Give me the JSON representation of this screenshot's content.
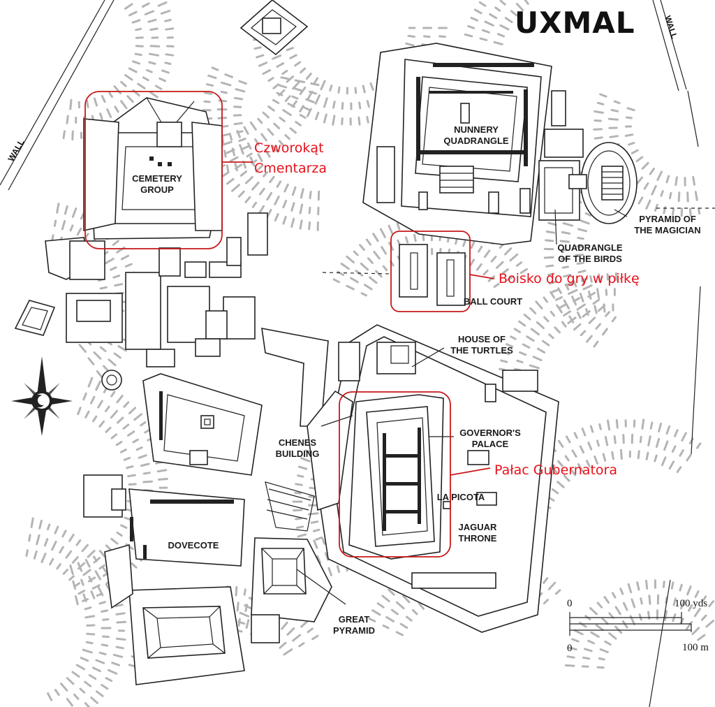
{
  "title": "UXMAL",
  "wall_labels": [
    "WALL",
    "WALL"
  ],
  "sites": [
    {
      "id": "cemetery",
      "label": [
        "CEMETERY",
        "GROUP"
      ]
    },
    {
      "id": "nunnery",
      "label": [
        "NUNNERY",
        "QUADRANGLE"
      ]
    },
    {
      "id": "magician",
      "label": [
        "PYRAMID OF",
        "THE MAGICIAN"
      ]
    },
    {
      "id": "birds",
      "label": [
        "QUADRANGLE",
        "OF THE BIRDS"
      ]
    },
    {
      "id": "ballcourt",
      "label": [
        "BALL COURT"
      ]
    },
    {
      "id": "turtles",
      "label": [
        "HOUSE OF",
        "THE TURTLES"
      ]
    },
    {
      "id": "governor",
      "label": [
        "GOVERNOR'S",
        "PALACE"
      ]
    },
    {
      "id": "chenes",
      "label": [
        "CHENES",
        "BUILDING"
      ]
    },
    {
      "id": "lapicota",
      "label": [
        "LA PICOTA"
      ]
    },
    {
      "id": "jaguar",
      "label": [
        "JAGUAR",
        "THRONE"
      ]
    },
    {
      "id": "dovecote",
      "label": [
        "DOVECOTE"
      ]
    },
    {
      "id": "greatpyramid",
      "label": [
        "GREAT",
        "PYRAMID"
      ]
    }
  ],
  "annotations": [
    {
      "id": "cemetery",
      "text": [
        "Czworokąt",
        "Cmentarza"
      ],
      "color": "#e8101a"
    },
    {
      "id": "ballcourt",
      "text": [
        "Boisko do gry w piłkę"
      ],
      "color": "#e8101a"
    },
    {
      "id": "governor",
      "text": [
        "Pałac Gubernatora"
      ],
      "color": "#e8101a"
    }
  ],
  "scale_bar": {
    "start": "0",
    "yards": "100 yds",
    "meters": "100 m"
  },
  "compass": {
    "icon": "compass-rose-icon"
  }
}
